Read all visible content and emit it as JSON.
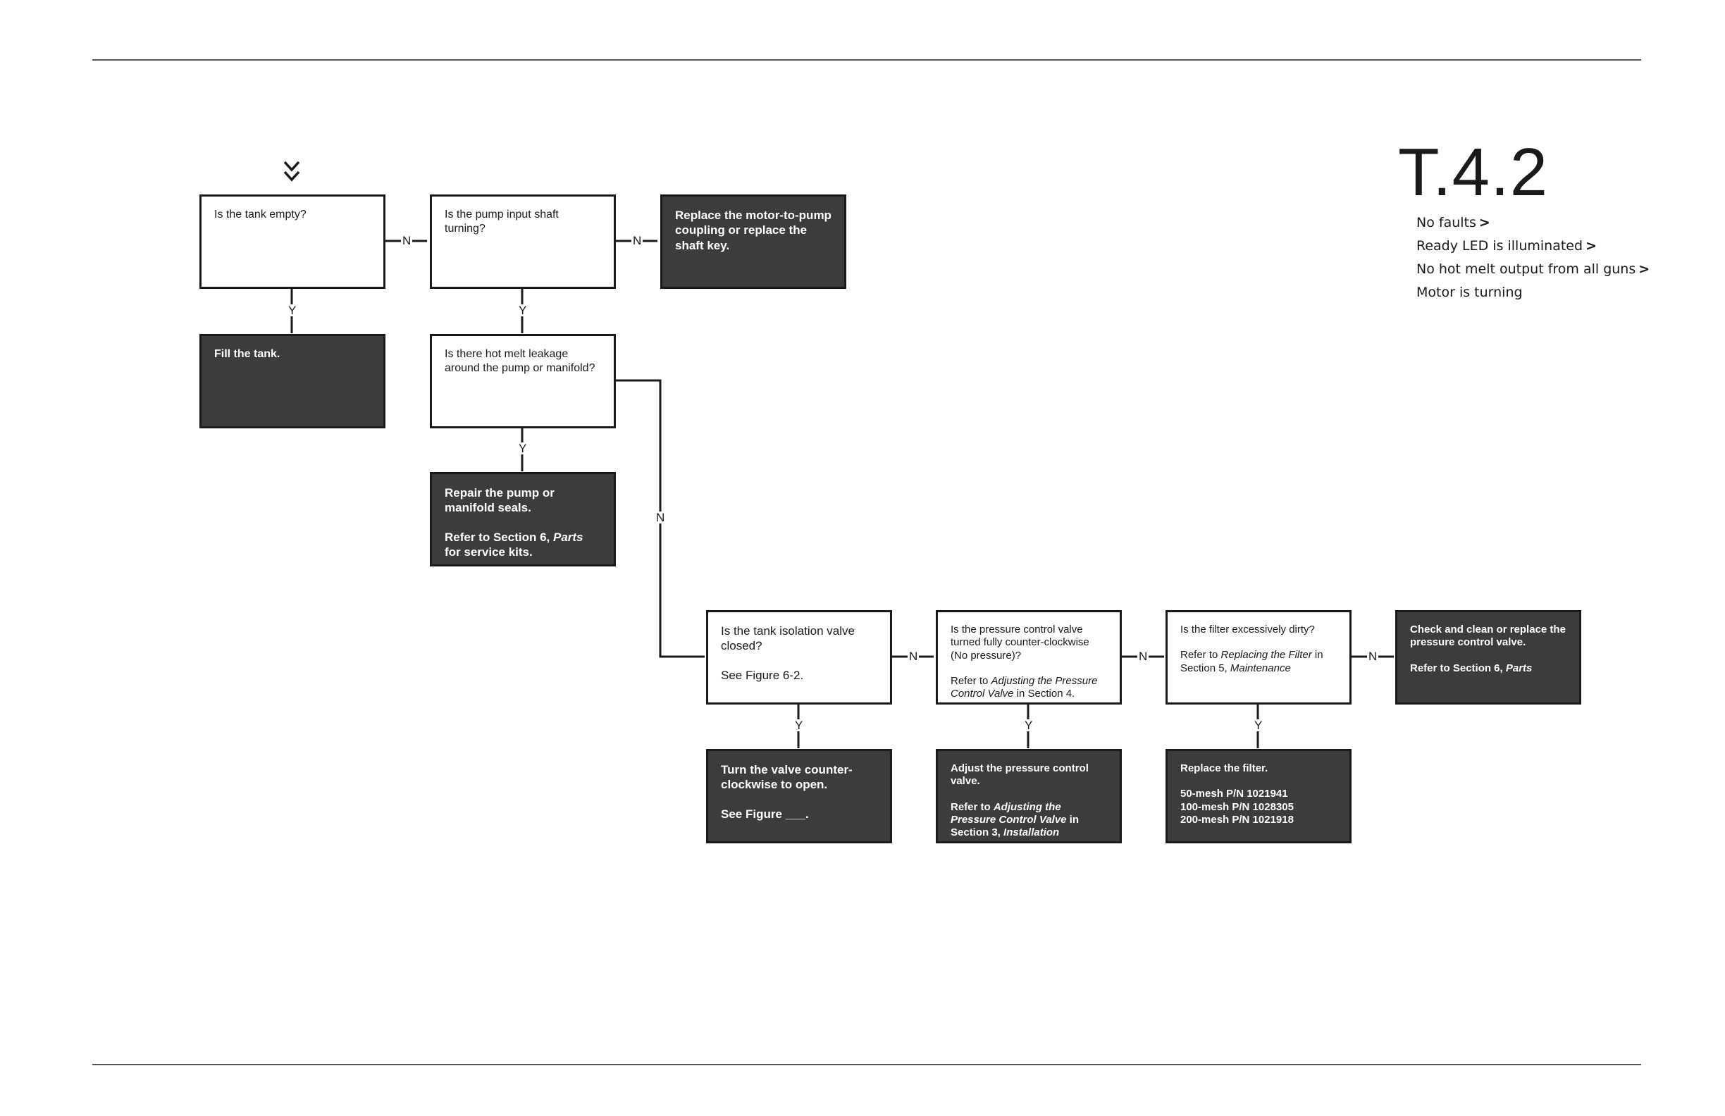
{
  "code": "T.4.2",
  "conditions": [
    {
      "text": "No faults",
      "arrow": ">"
    },
    {
      "text": "Ready LED is illuminated",
      "arrow": ">"
    },
    {
      "text": "No hot melt output from all guns",
      "arrow": ">"
    },
    {
      "text": "Motor is turning",
      "arrow": ""
    }
  ],
  "labels": {
    "yes": "Y",
    "no": "N"
  },
  "boxes": {
    "q_tank_empty": "Is the tank empty?",
    "a_fill_tank": "Fill the tank.",
    "q_shaft_turning": "Is the pump input shaft turning?",
    "a_replace_coupling": "Replace the motor-to-pump coupling or replace the shaft key.",
    "q_leakage": "Is there hot melt leakage around the pump or manifold?",
    "a_repair_seals": {
      "line1": "Repair the pump or manifold seals.",
      "line2_pre": "Refer to Section 6, ",
      "line2_em": "Parts",
      "line2_post": "  for service kits."
    },
    "q_isolation_valve": {
      "line1": "Is the tank isolation valve closed?",
      "line2": "See Figure 6-2."
    },
    "a_turn_valve": {
      "line1": "Turn the valve counter-clockwise to open.",
      "line2": "See Figure ___."
    },
    "q_pressure_valve": {
      "line1": "Is the pressure control valve turned fully counter-clockwise  (No pressure)?",
      "line2_pre": "Refer to ",
      "line2_em": "Adjusting the Pressure Control Valve",
      "line2_post": " in Section 4."
    },
    "a_adjust_valve": {
      "line1": "Adjust the pressure control valve.",
      "line2_pre": "Refer to ",
      "line2_em": "Adjusting the Pressure Control Valve",
      "line2_mid": " in Section 3, ",
      "line2_em2": "Installation"
    },
    "q_filter_dirty": {
      "line1": "Is the filter excessively dirty?",
      "line2_pre": "Refer to ",
      "line2_em": "Replacing the Filter",
      "line2_mid": "  in Section 5, ",
      "line2_em2": "Maintenance"
    },
    "a_replace_filter": {
      "line1": "Replace  the filter.",
      "parts": [
        "50-mesh P/N 1021941",
        "100-mesh P/N 1028305",
        "200-mesh P/N 1021918"
      ]
    },
    "a_clean_valve": {
      "line1": "Check and clean or replace the pressure control valve.",
      "line2_pre": "Refer to Section 6, ",
      "line2_em": "Parts"
    }
  }
}
